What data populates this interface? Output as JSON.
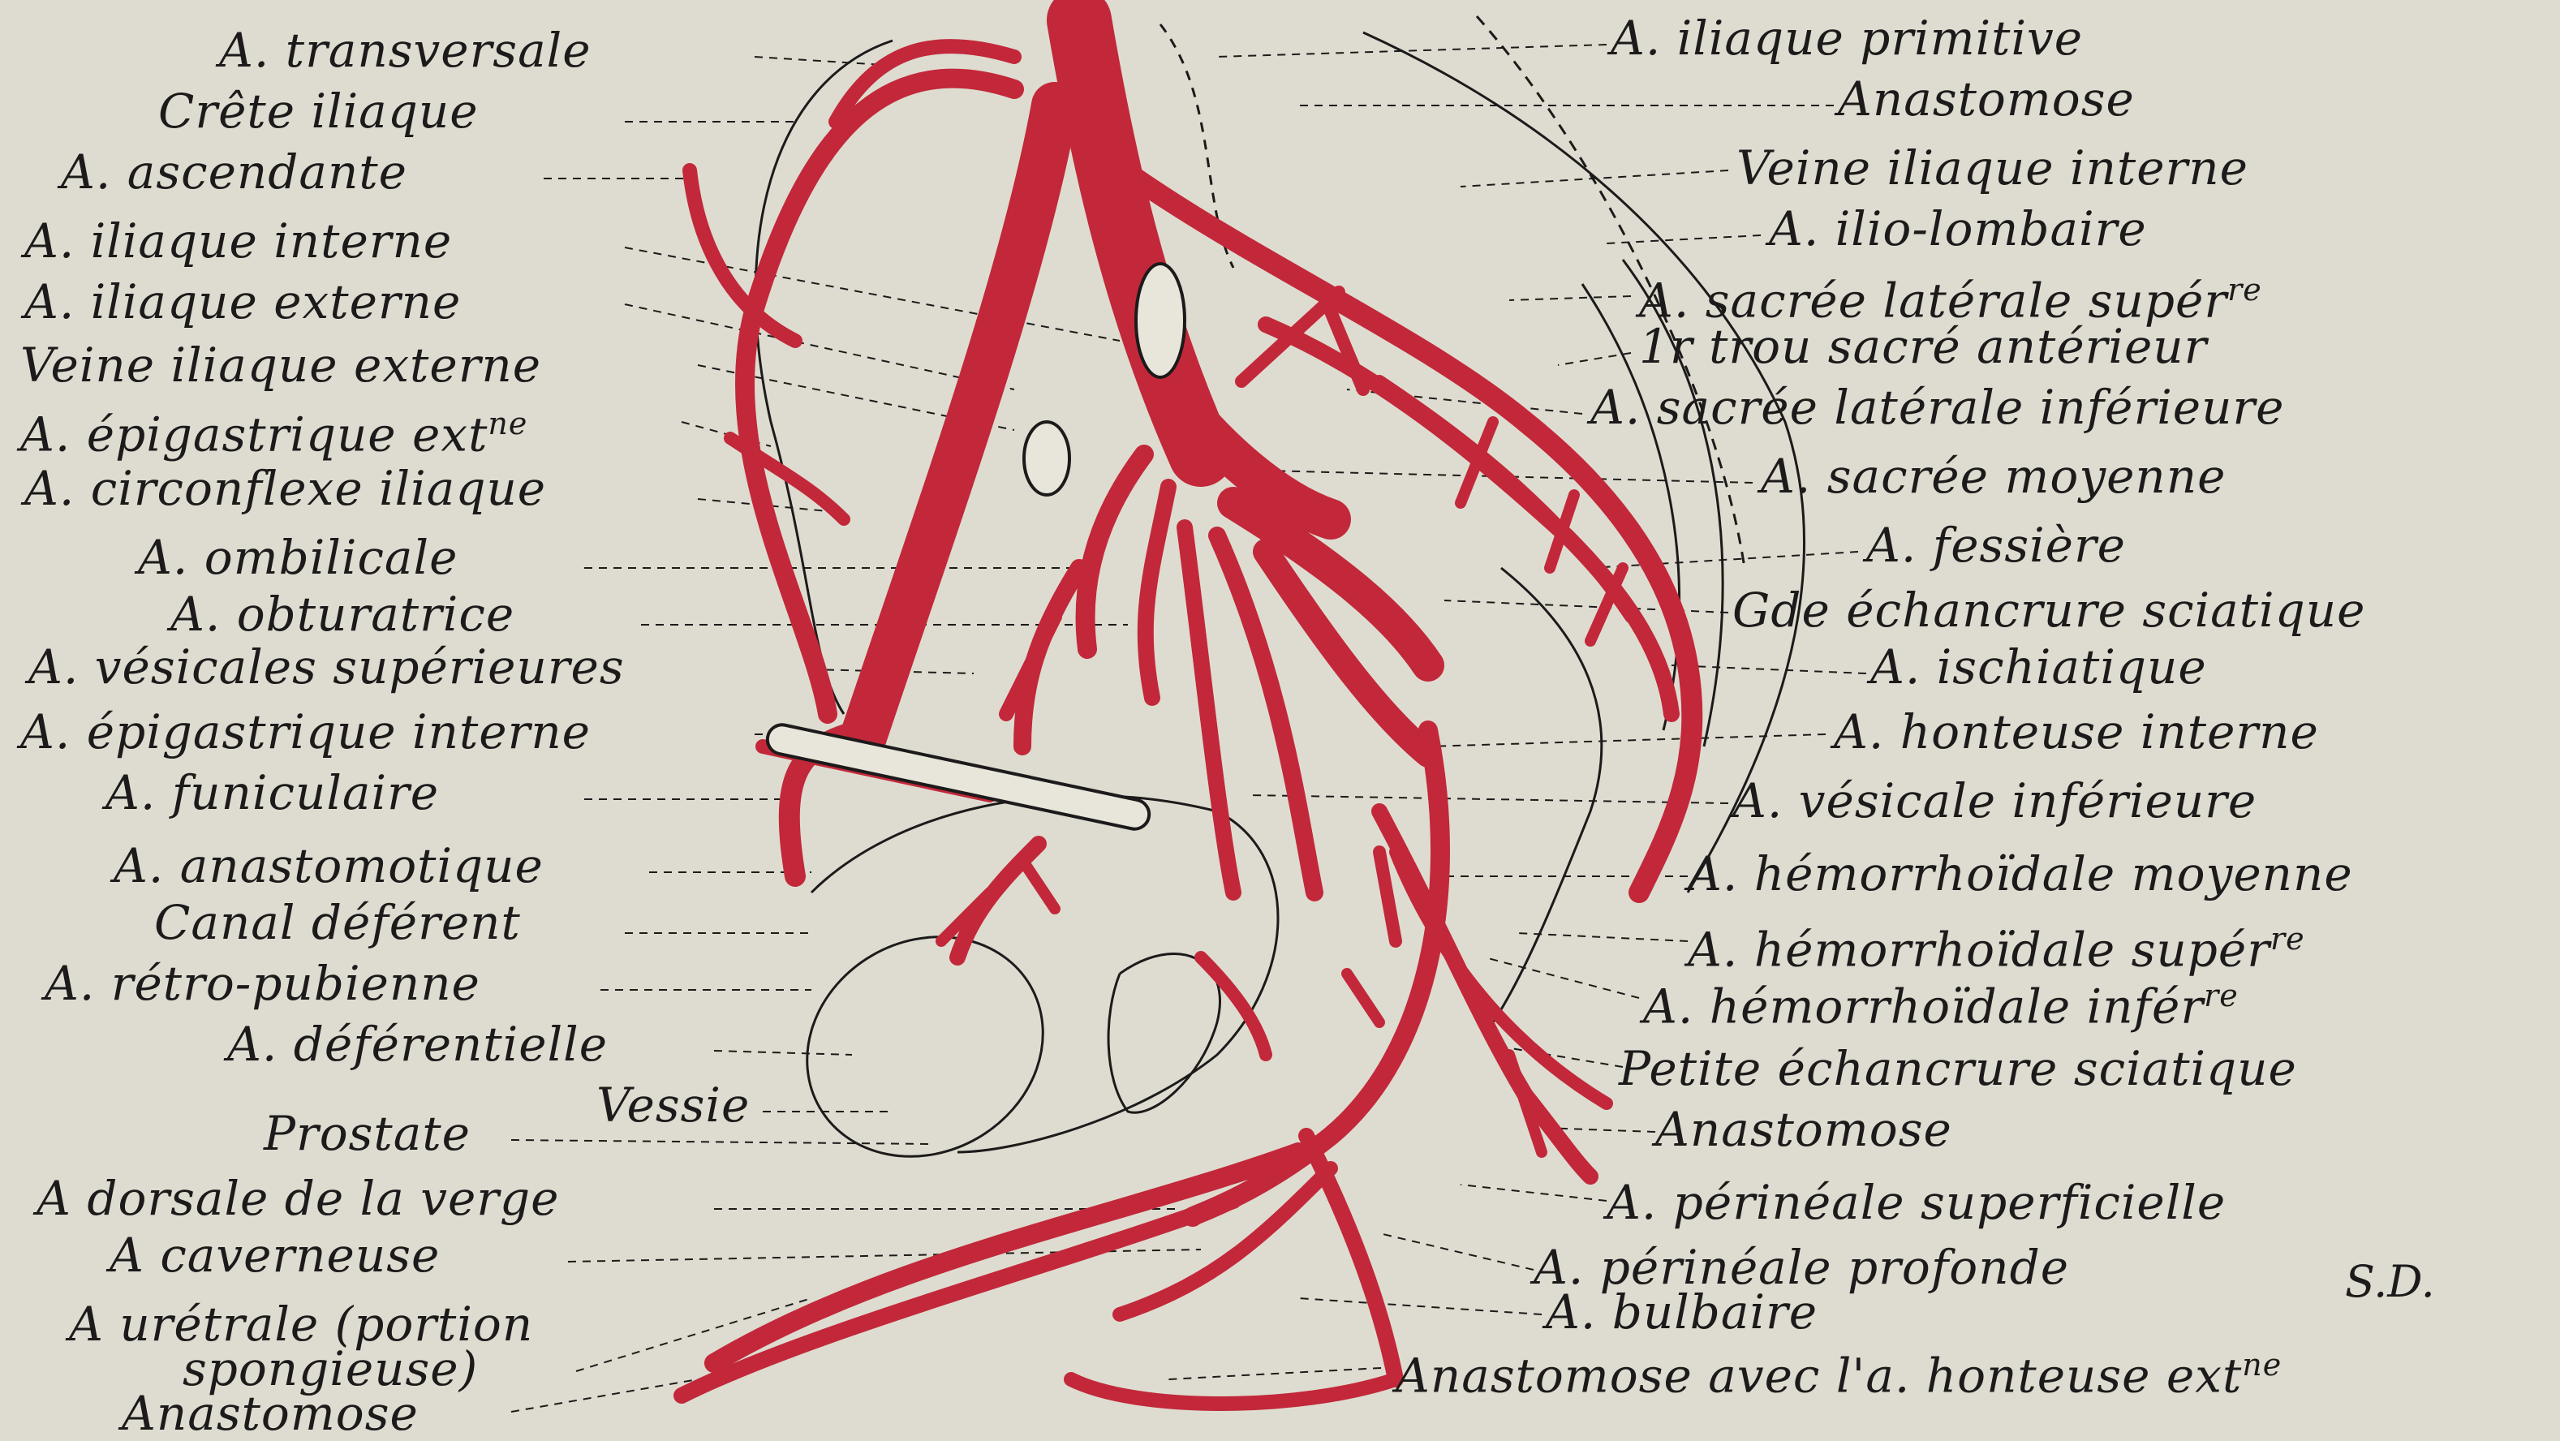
{
  "colors": {
    "artery": "#c2283a",
    "ink": "#1c1a1a",
    "paper": "#dedcd0"
  },
  "labels_left": [
    "A. transversale",
    "Crête iliaque",
    "A. ascendante",
    "A. iliaque interne",
    "A. iliaque externe",
    "Veine iliaque externe",
    "A. épigastrique ext",
    "A. circonflexe iliaque",
    "A. ombilicale",
    "A. obturatrice",
    "A. vésicales supérieures",
    "A. épigastrique interne",
    "A. funiculaire",
    "A. anastomotique",
    "Canal déférent",
    "A. rétro-pubienne",
    "A. déférentielle",
    "Vessie",
    "Prostate",
    "A dorsale de la verge",
    "A caverneuse",
    "A urétrale (portion",
    "spongieuse)",
    "Anastomose"
  ],
  "labels_right": [
    "A. iliaque primitive",
    "Anastomose",
    "Veine iliaque interne",
    "A. ilio-lombaire",
    "A. sacrée latérale supér",
    "1r trou sacré antérieur",
    "A. sacrée latérale inférieure",
    "A. sacrée moyenne",
    "A. fessière",
    "Gde échancrure sciatique",
    "A. ischiatique",
    "A. honteuse interne",
    "A. vésicale inférieure",
    "A. hémorrhoïdale moyenne",
    "A. hémorrhoïdale supér",
    "A. hémorrhoïdale infér",
    "Petite échancrure sciatique",
    "Anastomose",
    "A. périnéale superficielle",
    "A. périnéale profonde",
    "A. bulbaire",
    "Anastomose avec l'a. honteuse ext"
  ],
  "superscripts": {
    "ext_ne": "ne",
    "super_re": "re",
    "infer_re": "re",
    "ext_ne2": "ne"
  },
  "signature": "S.D."
}
